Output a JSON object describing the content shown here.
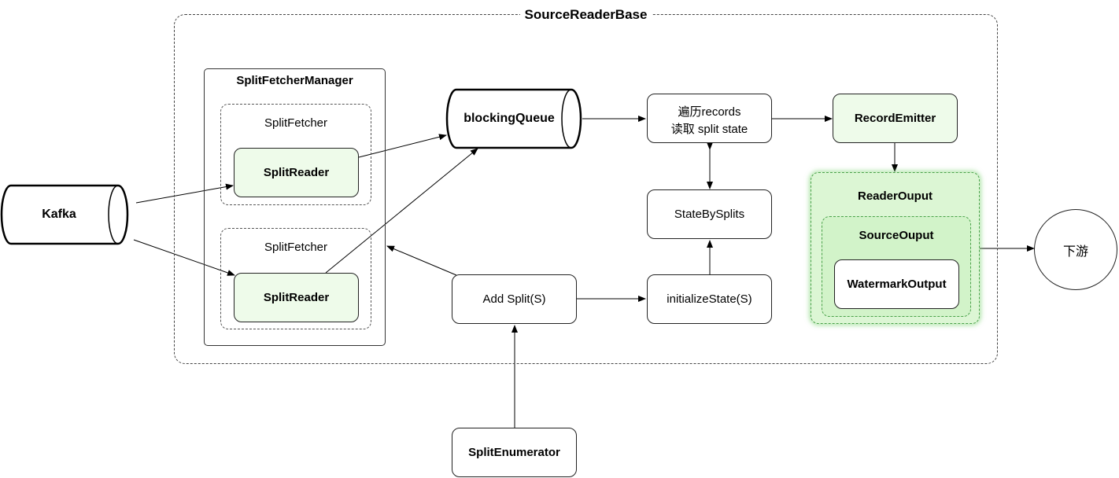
{
  "frame": {
    "title": "SourceReaderBase"
  },
  "external": {
    "kafka": "Kafka",
    "split_enumerator": "SplitEnumerator",
    "downstream": "下游"
  },
  "manager": {
    "title": "SplitFetcherManager",
    "fetchers": [
      {
        "title": "SplitFetcher",
        "reader": "SplitReader"
      },
      {
        "title": "SplitFetcher",
        "reader": "SplitReader"
      }
    ]
  },
  "queue": {
    "label": "blockingQueue"
  },
  "nodes": {
    "iterate_line1": "遍历records",
    "iterate_line2": "读取 split state",
    "record_emitter": "RecordEmitter",
    "state_by_splits": "StateBySplits",
    "add_split": "Add Split(S)",
    "initialize_state": "initializeState(S)"
  },
  "output": {
    "reader_output": "ReaderOuput",
    "source_output": "SourceOuput",
    "watermark_output": "WatermarkOutput"
  }
}
